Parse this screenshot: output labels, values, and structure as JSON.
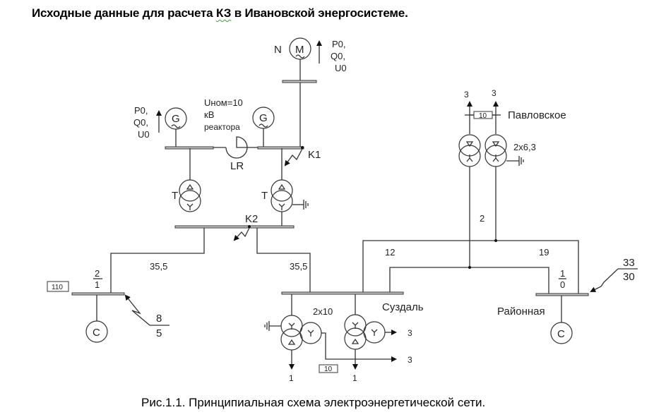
{
  "title": {
    "pre": "Исходные данные для расчета ",
    "kz": "КЗ",
    "post": " в Ивановской  энергосистеме."
  },
  "caption": "Рис.1.1. Принципиальная схема электроэнергетической  сети.",
  "motor": {
    "label": "N",
    "symbol": "M",
    "params": [
      "P0,",
      "Q0,",
      "U0"
    ]
  },
  "generator_left": {
    "symbol": "G",
    "params": [
      "P0,",
      "Q0,",
      "U0"
    ]
  },
  "generator_right": {
    "symbol": "G"
  },
  "reactor": {
    "note": [
      "Uном=10",
      "кВ",
      "реактора"
    ],
    "label": "LR"
  },
  "faults": {
    "k1": "K1",
    "k2": "K2",
    "k_left": {
      "num": "8",
      "den": "5"
    },
    "k_right": {
      "num": "33",
      "den": "30"
    }
  },
  "transformers": {
    "t_left": "T",
    "t_right": "T",
    "pavlovskoe_rating": "2x6,3",
    "suzdal_rating": "2x10"
  },
  "substations": {
    "pavlovskoe": "Павловское",
    "suzdal": "Суздаль",
    "rayonnaya": "Районная"
  },
  "buses": {
    "left_voltage_box": "110",
    "left_fraction": {
      "num": "2",
      "den": "1"
    },
    "rayonnaya_fraction": {
      "num": "1",
      "den": "0"
    },
    "pavlovskoe_box": "10",
    "suzdal_box": "10"
  },
  "lines": {
    "left": "35,5",
    "mid": "35,5",
    "suzdal_rayonnaya": "12",
    "pavlovskoe_tap": "2",
    "rayonnaya": "19"
  },
  "loads": {
    "pavlovskoe_1": "3",
    "pavlovskoe_2": "3",
    "suzdal_a": "3",
    "suzdal_b": "3",
    "suzdal_c": "1",
    "suzdal_d": "1"
  },
  "systems": {
    "left": "C",
    "right": "C"
  }
}
